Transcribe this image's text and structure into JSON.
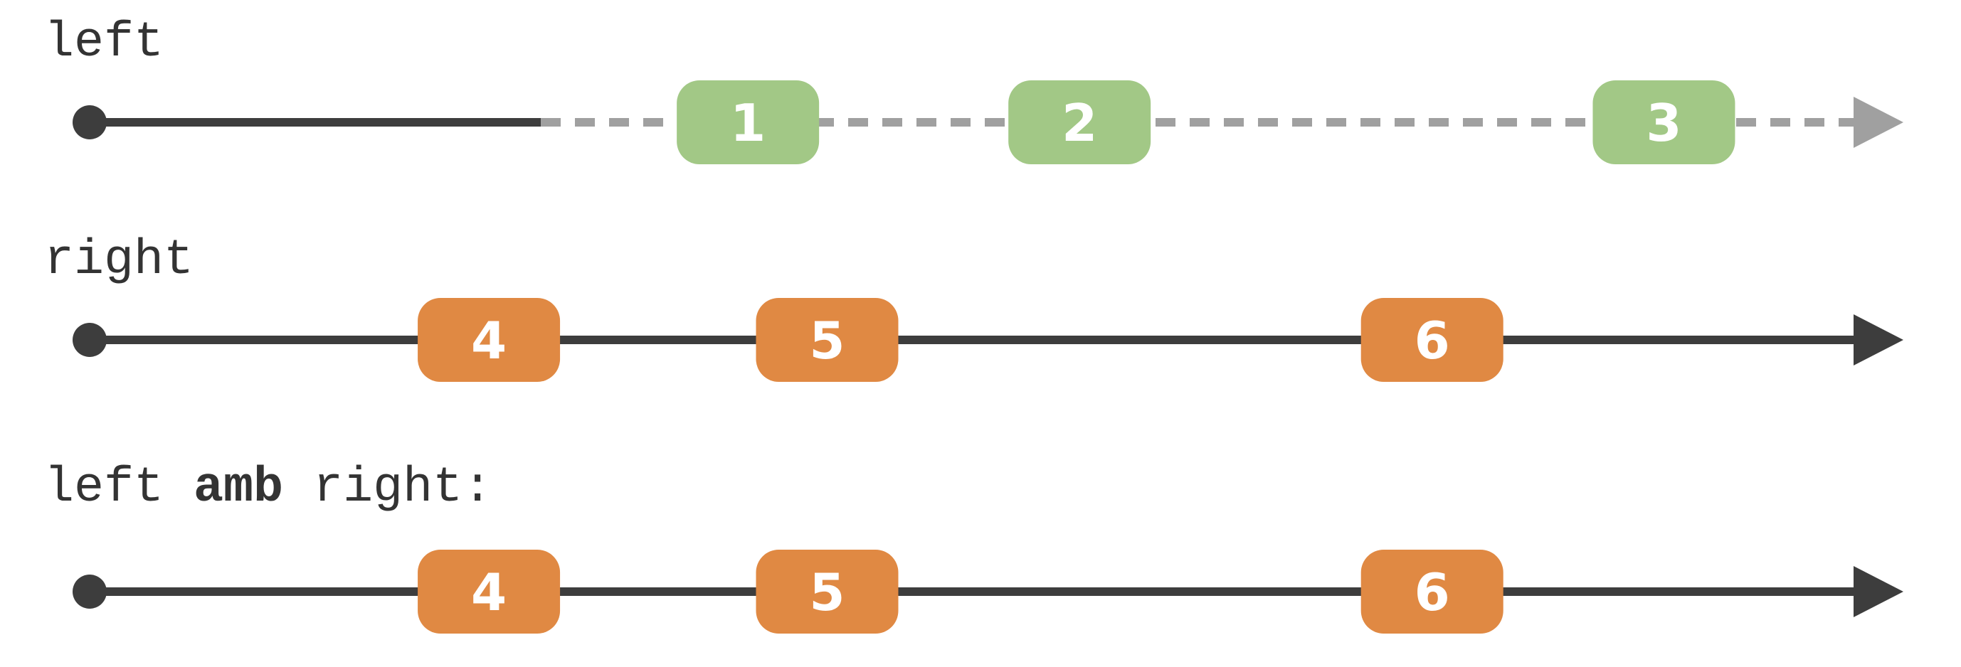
{
  "colors": {
    "line_active": "#3d3d3d",
    "line_inactive": "#a0a0a0",
    "marble_left": "#a2c886",
    "marble_right": "#e08943",
    "marble_text": "#ffffff",
    "label_text": "#333333"
  },
  "timelines": [
    {
      "id": "left",
      "label_parts": [
        {
          "text": "left",
          "bold": false
        }
      ],
      "style": "subscribe-cancelled",
      "marbles": [
        {
          "value": "1",
          "time": 0.3814
        },
        {
          "value": "2",
          "time": 0.5505
        },
        {
          "value": "3",
          "time": 0.8485
        }
      ]
    },
    {
      "id": "right",
      "label_parts": [
        {
          "text": "right",
          "bold": false
        }
      ],
      "style": "solid",
      "marbles": [
        {
          "value": "4",
          "time": 0.2493
        },
        {
          "value": "5",
          "time": 0.4218
        },
        {
          "value": "6",
          "time": 0.7303
        }
      ]
    },
    {
      "id": "result",
      "label_parts": [
        {
          "text": "left ",
          "bold": false
        },
        {
          "text": "amb",
          "bold": true
        },
        {
          "text": " right:",
          "bold": false
        }
      ],
      "style": "solid",
      "marbles": [
        {
          "value": "4",
          "time": 0.2493
        },
        {
          "value": "5",
          "time": 0.4218
        },
        {
          "value": "6",
          "time": 0.7303
        }
      ]
    }
  ],
  "left_cutoff_time": 0.2528
}
